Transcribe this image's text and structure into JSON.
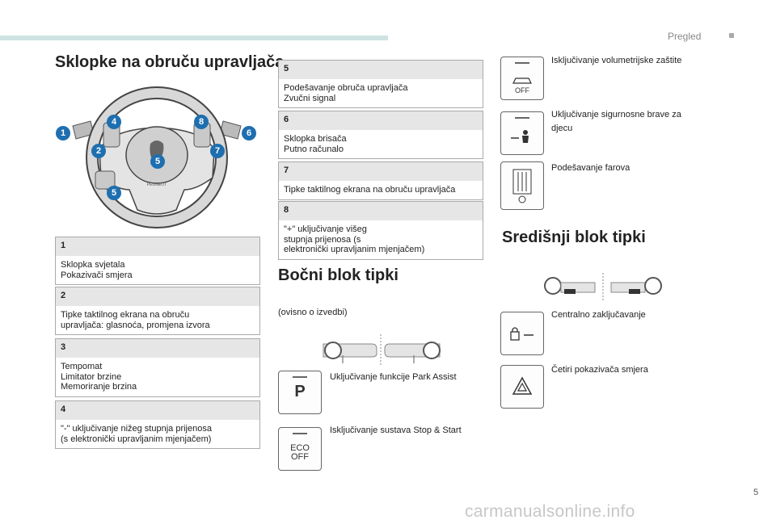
{
  "header": {
    "section": "Pregled"
  },
  "footer": {
    "page_number": "5",
    "watermark": "carmanualsonline.info"
  },
  "left": {
    "title": "Sklopke na obruču upravljača",
    "badges": [
      "1",
      "2",
      "4",
      "5",
      "8",
      "7",
      "6"
    ],
    "items": [
      {
        "num": "1",
        "text": "Sklopka svjetala\nPokazivači smjera"
      },
      {
        "num": "2",
        "text": "Tipke taktilnog ekrana na obruču\nupravljača: glasnoća, promjena izvora"
      },
      {
        "num": "3",
        "text": "Tempomat\nLimitator brzine\nMemoriranje brzina"
      },
      {
        "num": "4",
        "text": "\"-\" uključivanje nižeg stupnja prijenosa\n(s elektronički upravljanim mjenjačem)"
      }
    ]
  },
  "middle": {
    "items": [
      {
        "num": "5",
        "text": "Podešavanje obruča upravljača\nZvučni signal"
      },
      {
        "num": "6",
        "text": "Sklopka brisača\nPutno računalo"
      },
      {
        "num": "7",
        "text": "Tipke taktilnog ekrana na obruču upravljača"
      },
      {
        "num": "8",
        "text": "\"+\" uključivanje višeg\nstupnja prijenosa (s\nelektronički upravljanim mjenjačem)"
      }
    ],
    "side_title": "Bočni blok tipki",
    "side_note": "(ovisno o izvedbi)",
    "park_assist": "Uključivanje funkcije Park Assist",
    "stop_start": "Isključivanje sustava Stop & Start",
    "park_icon": "P",
    "eco_icon_line1": "ECO",
    "eco_icon_line2": "OFF"
  },
  "right": {
    "volumetric": "Isključivanje volumetrijske zaštite",
    "child_lock": "Uključivanje sigurnosne brave za\ndjecu",
    "headlamp": "Podešavanje farova",
    "center_title": "Središnji blok tipki",
    "central_lock": "Centralno zaključavanje",
    "hazard": "Četiri pokazivača smjera",
    "vol_icon_text": "OFF"
  }
}
